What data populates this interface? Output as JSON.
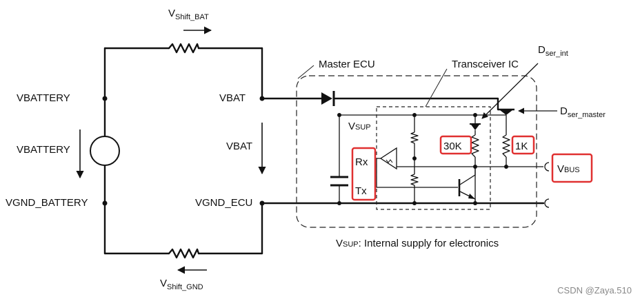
{
  "colors": {
    "ink": "#111111",
    "highlight": "#e03030",
    "watermark": "#888888"
  },
  "labels": {
    "v_shift_bat": {
      "main": "V",
      "sub": "Shift_BAT"
    },
    "v_battery_top": {
      "main": "V",
      "sub": "BATTERY"
    },
    "v_battery_mid": {
      "main": "V",
      "sub": "BATTERY"
    },
    "v_gnd_battery": {
      "main": "V",
      "sub": "GND_BATTERY"
    },
    "v_bat_left": {
      "main": "V",
      "sub": "BAT"
    },
    "v_bat_arrow": {
      "main": "V",
      "sub": "BAT"
    },
    "v_gnd_ecu": {
      "main": "V",
      "sub": "GND_ECU"
    },
    "v_shift_gnd": {
      "main": "V",
      "sub": "Shift_GND"
    },
    "master_ecu": "Master ECU",
    "transceiver_ic": "Transceiver IC",
    "d_ser_int": {
      "main": "D",
      "sub": "ser_int"
    },
    "d_ser_master": {
      "main": "D",
      "sub": "ser_master"
    },
    "v_sup": {
      "main": "V",
      "sub": "SUP"
    },
    "rx": "Rx",
    "tx": "Tx",
    "r_30k": "30K",
    "r_1k": "1K",
    "v_bus": {
      "main": "V",
      "sub": "BUS"
    },
    "caption": {
      "main": "V",
      "sub": "SUP",
      "rest": ": Internal supply for electronics"
    },
    "watermark": "CSDN @Zaya.510"
  }
}
